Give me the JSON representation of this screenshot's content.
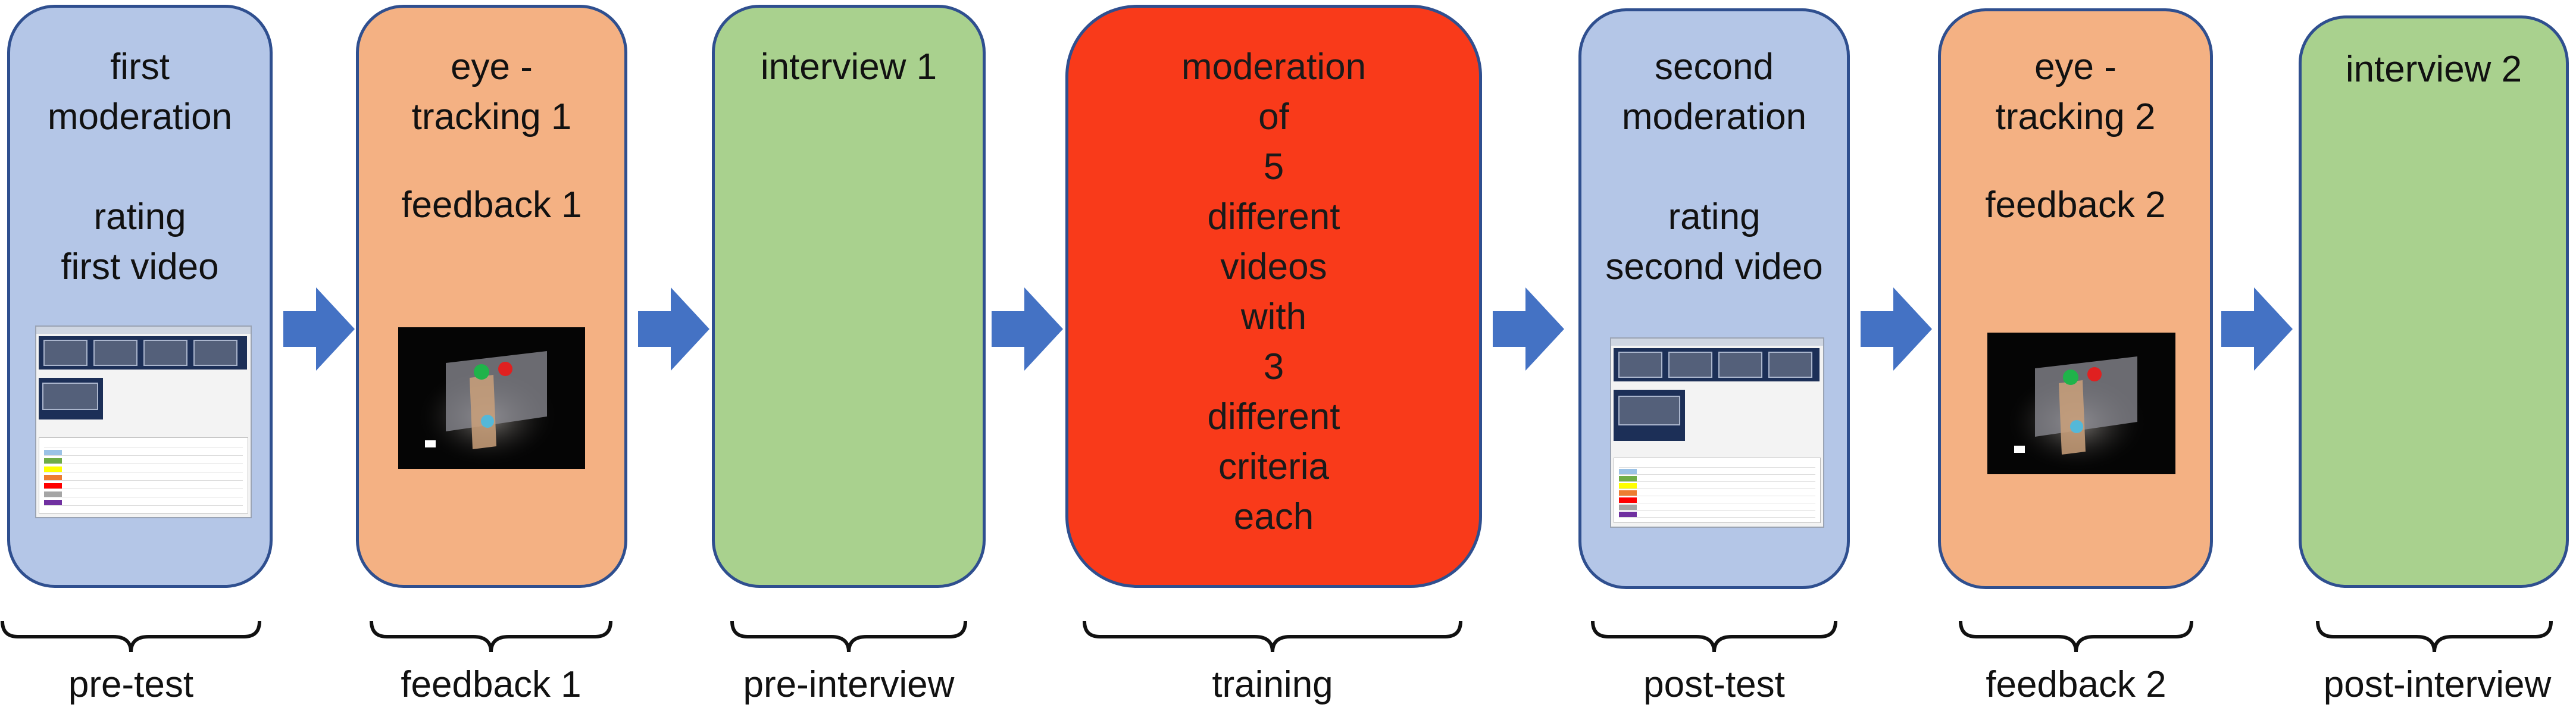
{
  "colors": {
    "blue": "#b4c6e7",
    "orange": "#f4b183",
    "green": "#a9d18e",
    "red": "#f93a1a",
    "arrow": "#4472c4",
    "border": "#2f4f8f"
  },
  "steps": [
    {
      "lines": [
        "first",
        "moderation",
        "",
        "rating",
        "first video"
      ],
      "image": "software-screenshot"
    },
    {
      "lines": [
        "eye -",
        "tracking 1",
        "",
        "feedback 1"
      ],
      "image": "eye-tracking-video-still"
    },
    {
      "lines": [
        "interview 1"
      ]
    },
    {
      "lines": [
        "moderation",
        "of",
        "5",
        "different",
        "videos",
        "with",
        "3",
        "different",
        "criteria",
        "each"
      ]
    },
    {
      "lines": [
        "second",
        "moderation",
        "",
        "rating",
        "second video"
      ],
      "image": "software-screenshot"
    },
    {
      "lines": [
        "eye -",
        "tracking 2",
        "",
        "feedback 2"
      ],
      "image": "eye-tracking-video-still"
    },
    {
      "lines": [
        "interview 2"
      ]
    }
  ],
  "phases": [
    "pre-test",
    "feedback 1",
    "pre-interview",
    "training",
    "post-test",
    "feedback 2",
    "post-interview"
  ]
}
